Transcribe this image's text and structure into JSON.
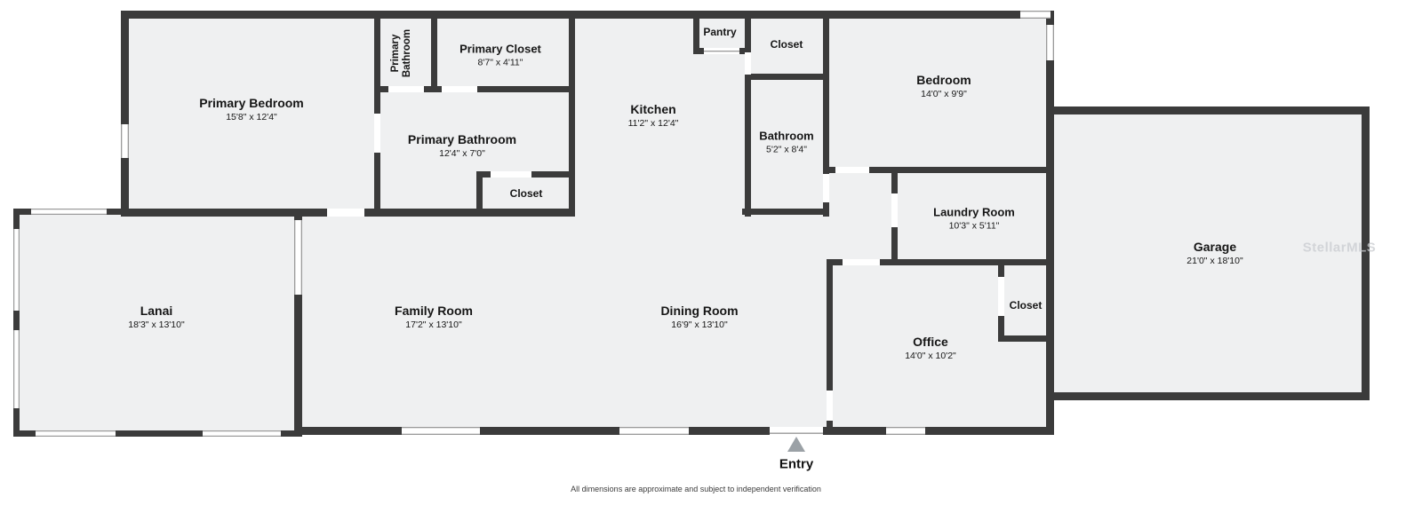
{
  "plan": {
    "rooms": [
      {
        "id": "primary-bedroom",
        "name": "Primary Bedroom",
        "dims": "15'8\" x 12'4\""
      },
      {
        "id": "primary-bathroom-vertical",
        "name": "Primary Bathroom",
        "dims": ""
      },
      {
        "id": "primary-closet",
        "name": "Primary Closet",
        "dims": "8'7\" x 4'11\""
      },
      {
        "id": "primary-bathroom",
        "name": "Primary Bathroom",
        "dims": "12'4\" x 7'0\""
      },
      {
        "id": "primary-suite-closet",
        "name": "Closet",
        "dims": ""
      },
      {
        "id": "kitchen",
        "name": "Kitchen",
        "dims": "11'2\" x 12'4\""
      },
      {
        "id": "pantry",
        "name": "Pantry",
        "dims": ""
      },
      {
        "id": "hall-closet",
        "name": "Closet",
        "dims": ""
      },
      {
        "id": "bathroom",
        "name": "Bathroom",
        "dims": "5'2\" x 8'4\""
      },
      {
        "id": "bedroom",
        "name": "Bedroom",
        "dims": "14'0\" x 9'9\""
      },
      {
        "id": "laundry-room",
        "name": "Laundry Room",
        "dims": "10'3\" x 5'11\""
      },
      {
        "id": "garage",
        "name": "Garage",
        "dims": "21'0\" x 18'10\""
      },
      {
        "id": "lanai",
        "name": "Lanai",
        "dims": "18'3\" x 13'10\""
      },
      {
        "id": "family-room",
        "name": "Family Room",
        "dims": "17'2\" x 13'10\""
      },
      {
        "id": "dining-room",
        "name": "Dining Room",
        "dims": "16'9\" x 13'10\""
      },
      {
        "id": "office",
        "name": "Office",
        "dims": "14'0\" x 10'2\""
      },
      {
        "id": "office-closet",
        "name": "Closet",
        "dims": ""
      }
    ],
    "entry": {
      "label": "Entry"
    },
    "footer": {
      "disclaimer": "All dimensions are approximate and subject to independent verification"
    },
    "watermark": {
      "text": "StellarMLS"
    },
    "colors": {
      "wall": "#3b3b3b",
      "room_fill": "#eff0f1",
      "background": "#ffffff",
      "window_line": "#9a9a9a",
      "entry_marker": "#9ba1a6"
    }
  }
}
